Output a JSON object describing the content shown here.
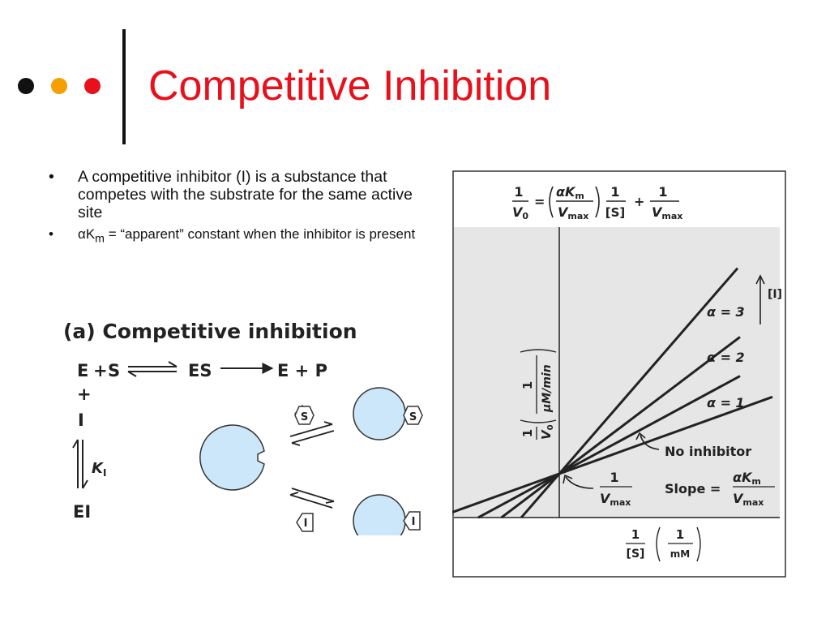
{
  "slide": {
    "title": "Competitive Inhibition",
    "dot_colors": [
      "#111111",
      "#f5a000",
      "#e8101a"
    ]
  },
  "bullets": [
    {
      "text": "A competitive inhibitor (I) is a substance that competes with the substrate for the same active site"
    },
    {
      "prefix": "αK",
      "sub": "m",
      "text": " = “apparent” constant when the inhibitor is present"
    }
  ],
  "panel_a": {
    "title": "(a) Competitive inhibition",
    "eq_E": "E",
    "eq_plus1": "+",
    "eq_S": "S",
    "eq_ES": "ES",
    "eq_EP": "E + P",
    "eq_plus2": "+",
    "eq_I": "I",
    "K_main": "K",
    "K_sub": "I",
    "EI": "EI",
    "token_S": "S",
    "token_I": "I",
    "enzyme_color": "#cce6fa"
  },
  "graph": {
    "eq_one": "1",
    "eq_V0": "V",
    "eq_V0_sub": "0",
    "eq_equals": "=",
    "eq_alphaK": "αK",
    "eq_alphaK_sub": "m",
    "eq_Vmax": "V",
    "eq_Vmax_sub": "max",
    "eq_S": "[S]",
    "eq_plus": "+",
    "ylabel_one": "1",
    "ylabel_V0": "V",
    "ylabel_V0_sub": "0",
    "ylabel_unit_one": "1",
    "ylabel_unit": "μM/min",
    "xlabel_one": "1",
    "xlabel_S": "[S]",
    "xlabel_unit_one": "1",
    "xlabel_unit": "mM",
    "label_alpha3": "α = 3",
    "label_alpha2": "α = 2",
    "label_alpha1": "α = 1",
    "label_I": "[I]",
    "label_no_inhibitor": "No inhibitor",
    "label_slope": "Slope =",
    "label_intercept_one": "1",
    "label_intercept_V": "V",
    "label_intercept_sub": "max",
    "slope_alphaK": "αK",
    "slope_alphaK_sub": "m",
    "slope_V": "V",
    "slope_V_sub": "max",
    "plot_bg": "#e6e6e7"
  },
  "chart_data": {
    "type": "line",
    "title": "",
    "xlabel": "1/[S] (1/mM)",
    "ylabel": "1/V0 (1/μM/min)",
    "series": [
      {
        "name": "No inhibitor",
        "alpha": 0,
        "slope_relative": 1
      },
      {
        "name": "α = 1",
        "alpha": 1,
        "slope_relative": 1.5
      },
      {
        "name": "α = 2",
        "alpha": 2,
        "slope_relative": 2.1
      },
      {
        "name": "α = 3",
        "alpha": 3,
        "slope_relative": 3.2
      }
    ],
    "shared_y_intercept": "1/Vmax",
    "grid": false
  }
}
